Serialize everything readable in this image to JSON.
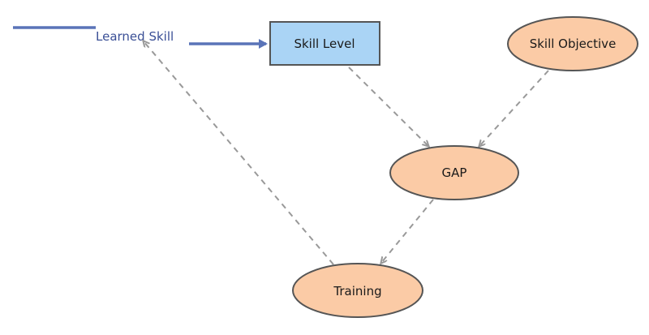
{
  "diagram": {
    "nodes": {
      "skill_level": {
        "label": "Skill Level",
        "shape": "rectangle",
        "fill": "#aad4f5",
        "stroke": "#555555"
      },
      "skill_objective": {
        "label": "Skill Objective",
        "shape": "ellipse",
        "fill": "#fbcba6",
        "stroke": "#555555"
      },
      "gap": {
        "label": "GAP",
        "shape": "ellipse",
        "fill": "#fbcba6",
        "stroke": "#555555"
      },
      "training": {
        "label": "Training",
        "shape": "ellipse",
        "fill": "#fbcba6",
        "stroke": "#555555"
      }
    },
    "edges": {
      "learned_skill": {
        "label": "Learned Skill",
        "style": "solid",
        "color": "#5a74b8",
        "from": "",
        "to": "skill_level"
      },
      "skill_level_to_gap": {
        "style": "dashed",
        "color": "#999999",
        "from": "skill_level",
        "to": "gap"
      },
      "skill_objective_to_gap": {
        "style": "dashed",
        "color": "#999999",
        "from": "skill_objective",
        "to": "gap"
      },
      "gap_to_training": {
        "style": "dashed",
        "color": "#999999",
        "from": "gap",
        "to": "training"
      },
      "training_to_learned_skill": {
        "style": "dashed",
        "color": "#999999",
        "from": "training",
        "to": "learned_skill"
      }
    }
  }
}
